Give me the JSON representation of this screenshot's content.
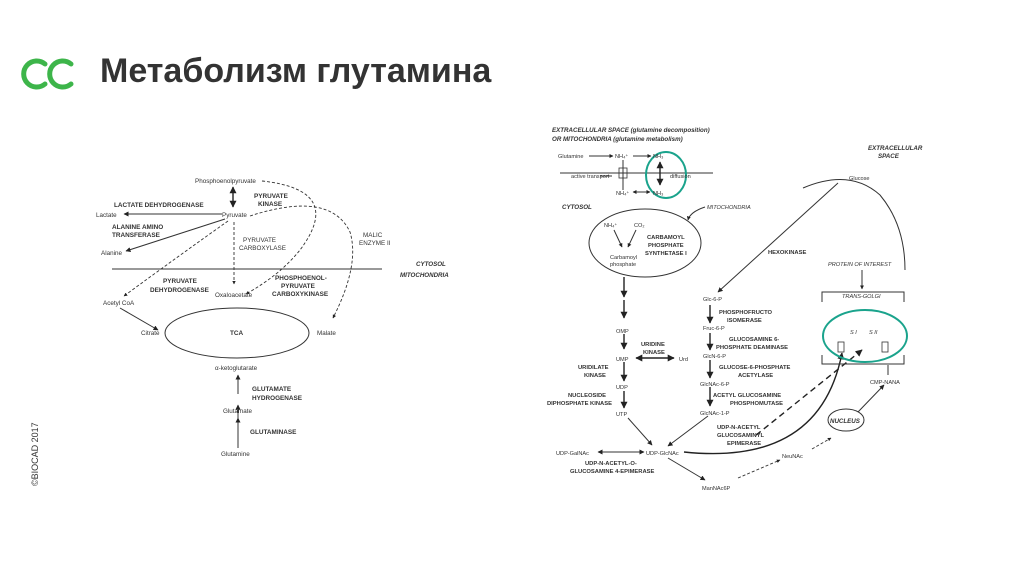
{
  "slide": {
    "title": "Метаболизм глутамина",
    "copyright": "©BIOCAD 2017",
    "brand_color": "#3db54a"
  },
  "left_diagram": {
    "phosphoenolpyruvate": "Phosphoenolpyruvate",
    "pyruvate_kinase_1": "PYRUVATE",
    "pyruvate_kinase_2": "KINASE",
    "lactate_dehydrogenase": "LACTATE DEHYDROGENASE",
    "lactate": "Lactate",
    "pyruvate": "Pyruvate",
    "alanine_amino_1": "ALANINE AMINO",
    "alanine_amino_2": "TRANSFERASE",
    "alanine": "Alanine",
    "pyruvate_carboxylase_1": "PYRUVATE",
    "pyruvate_carboxylase_2": "CARBOXYLASE",
    "malic_enzyme_1": "MALIC",
    "malic_enzyme_2": "ENZYME II",
    "cytosol": "CYTOSOL",
    "mitochondria": "MITOCHONDRIA",
    "pyruvate_dehydrogenase_1": "PYRUVATE",
    "pyruvate_dehydrogenase_2": "DEHYDROGENASE",
    "pepck_1": "PHOSPHOENOL-",
    "pepck_2": "PYRUVATE",
    "pepck_3": "CARBOXYKINASE",
    "acetyl_coa": "Acetyl CoA",
    "oxaloacetate": "Oxaloacetate",
    "citrate": "Citrate",
    "tca": "TCA",
    "malate": "Malate",
    "ketoglutarate": "α-ketoglutarate",
    "glutamate_dehydrogenase_1": "GLUTAMATE",
    "glutamate_dehydrogenase_2": "HYDROGENASE",
    "glutamate": "Glutamate",
    "glutaminase": "GLUTAMINASE",
    "glutamine": "Glutamine"
  },
  "right_diagram": {
    "extracellular_header_1": "EXTRACELLULAR SPACE (glutamine decomposition)",
    "extracellular_header_2": "OR MITOCHONDRIA (glutamine metabolism)",
    "glutamine": "Glutamine",
    "nh4_top": "NH₄⁺",
    "nh3_top": "NH₃",
    "active_transport": "active transport",
    "diffusion": "diffusion",
    "nh4_bottom": "NH₄⁺",
    "nh3_bottom": "NH₃",
    "cytosol": "CYTOSOL",
    "mitochondria": "MITOCHONDRIA",
    "extracellular_space_1": "EXTRACELLULAR",
    "extracellular_space_2": "SPACE",
    "glucose": "Glucose",
    "nh4_mito": "NH₄⁺",
    "co2": "CO₂",
    "carbamoyl_phosphate_1": "Carbamoyl",
    "carbamoyl_phosphate_2": "phosphate",
    "cps_1": "CARBAMOYL",
    "cps_2": "PHOSPHATE",
    "cps_3": "SYNTHETASE I",
    "hexokinase": "HEXOKINASE",
    "protein_of_interest": "PROTEIN OF INTEREST",
    "trans_golgi": "TRANS-GOLGI",
    "si": "S I",
    "sii": "S II",
    "glc6p": "Glc-6-P",
    "pfi_1": "PHOSPHOFRUCTO",
    "pfi_2": "ISOMERASE",
    "fruc6p": "Fruc-6-P",
    "gfpt_1": "GLUCOSAMINE 6-",
    "gfpt_2": "PHOSPHATE DEAMINASE",
    "glcn6p": "GlcN-6-P",
    "gnpnat_1": "GLUCOSE-6-PHOSPHATE",
    "gnpnat_2": "ACETYLASE",
    "glcnac6p": "GlcNAc-6-P",
    "pgm3_1": "ACETYL GLUCOSAMINE",
    "pgm3_2": "PHOSPHOMUTASE",
    "glcnac1p": "GlcNAc-1-P",
    "omp": "OMP",
    "uridine_kinase_1": "URIDINE",
    "uridine_kinase_2": "KINASE",
    "ump": "UMP",
    "urd": "Urd",
    "uridilate_kinase_1": "URIDILATE",
    "uridilate_kinase_2": "KINASE",
    "udp": "UDP",
    "ndk_1": "NUCLEOSIDE",
    "ndk_2": "DIPHOSPHATE KINASE",
    "utp": "UTP",
    "cmp_nana": "CMP-NANA",
    "nucleus": "NUCLEUS",
    "udp_galnac": "UDP-GalNAc",
    "udp_glcnac": "UDP-GlcNAc",
    "gale_1": "UDP-N-ACETYL-O-",
    "gale_2": "GLUCOSAMINE 4-EPIMERASE",
    "gne_1": "UDP-N-ACETYL",
    "gne_2": "GLUCOSAMINYL",
    "gne_3": "EPIMERASE",
    "neunac": "NeuNAc",
    "mannac6p": "ManNAc6P"
  }
}
